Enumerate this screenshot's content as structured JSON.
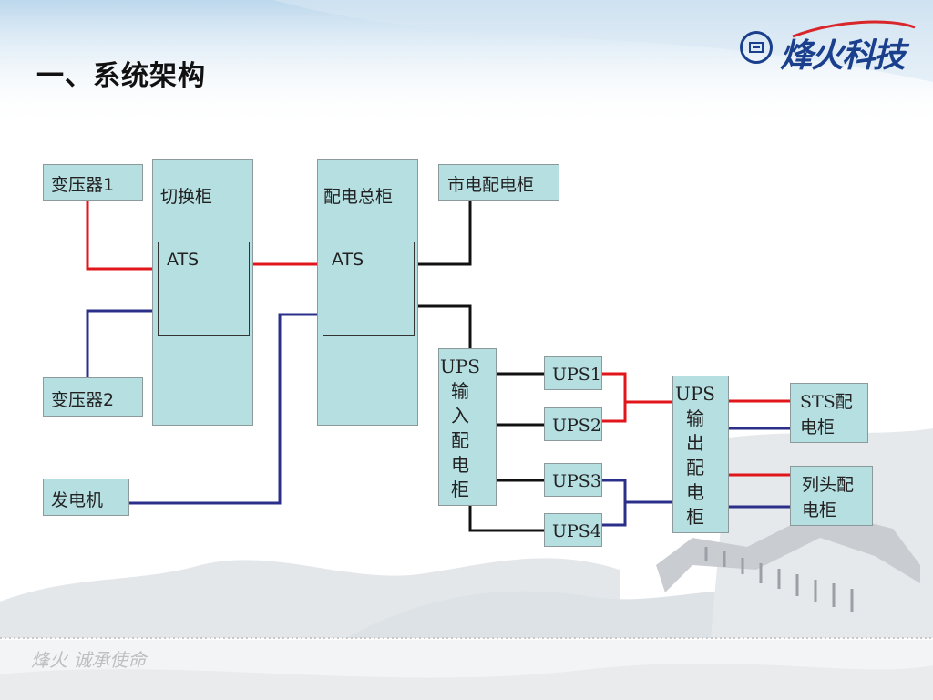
{
  "title": "一、系统架构",
  "logo": {
    "text": "烽火科技"
  },
  "footer": {
    "text": "烽火 诚承使命"
  },
  "colors": {
    "box_fill": "#b6dfe2",
    "red": "#e0161b",
    "blue": "#2b2f8a",
    "black": "#111111"
  },
  "diagram": {
    "transformer1": "变压器1",
    "transformer2": "变压器2",
    "generator": "发电机",
    "switch_cabinet": "切换柜",
    "switch_ats": "ATS",
    "bus_cabinet": "配电总柜",
    "bus_ats": "ATS",
    "city_cabinet": "市电配电柜",
    "ups_input": [
      "UPS",
      "输",
      "入",
      "配",
      "电",
      "柜"
    ],
    "ups1": "UPS1",
    "ups2": "UPS2",
    "ups3": "UPS3",
    "ups4": "UPS4",
    "ups_output": [
      "UPS",
      "输",
      "出",
      "配",
      "电",
      "柜"
    ],
    "sts": [
      "STS配",
      "电柜"
    ],
    "column": [
      "列头配",
      "电柜"
    ]
  }
}
